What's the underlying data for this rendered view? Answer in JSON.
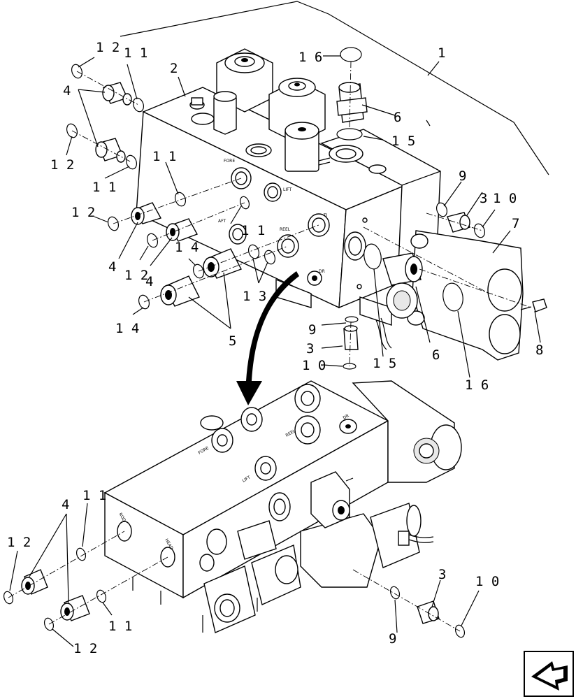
{
  "diagram": {
    "callouts": {
      "c1": "1",
      "c2": "2",
      "c3a": "3",
      "c3b": "3",
      "c3c": "3",
      "c4a": "4",
      "c4b": "4",
      "c4c": "4",
      "c4d": "4",
      "c5": "5",
      "c6a": "6",
      "c6b": "6",
      "c7": "7",
      "c8": "8",
      "c9a": "9",
      "c9b": "9",
      "c9c": "9",
      "c10a": "1 0",
      "c10b": "1 0",
      "c10c": "1 0",
      "c11a": "1 1",
      "c11b": "1 1",
      "c11c": "1 1",
      "c11d": "1 1",
      "c11e": "1 1",
      "c11f": "1 1",
      "c12a": "1 2",
      "c12b": "1 2",
      "c12c": "1 2",
      "c12d": "1 2",
      "c12e": "1 2",
      "c12f": "1 2",
      "c13": "1 3",
      "c14a": "1 4",
      "c14b": "1 4",
      "c15a": "1 5",
      "c15b": "1 5",
      "c16a": "1 6",
      "c16b": "1 6"
    },
    "port_stamps": {
      "fore": "FORE",
      "lift": "LIFT",
      "aft": "AFT",
      "reel": "REEL",
      "ti": "TI",
      "dr": "DR",
      "fore2": "FORE",
      "lift2": "LIFT",
      "reel2": "REEL",
      "dr2": "DR",
      "rod": "ROD",
      "head": "HEAD"
    }
  },
  "navigation": {
    "next_icon": "next-page-arrow-icon"
  }
}
